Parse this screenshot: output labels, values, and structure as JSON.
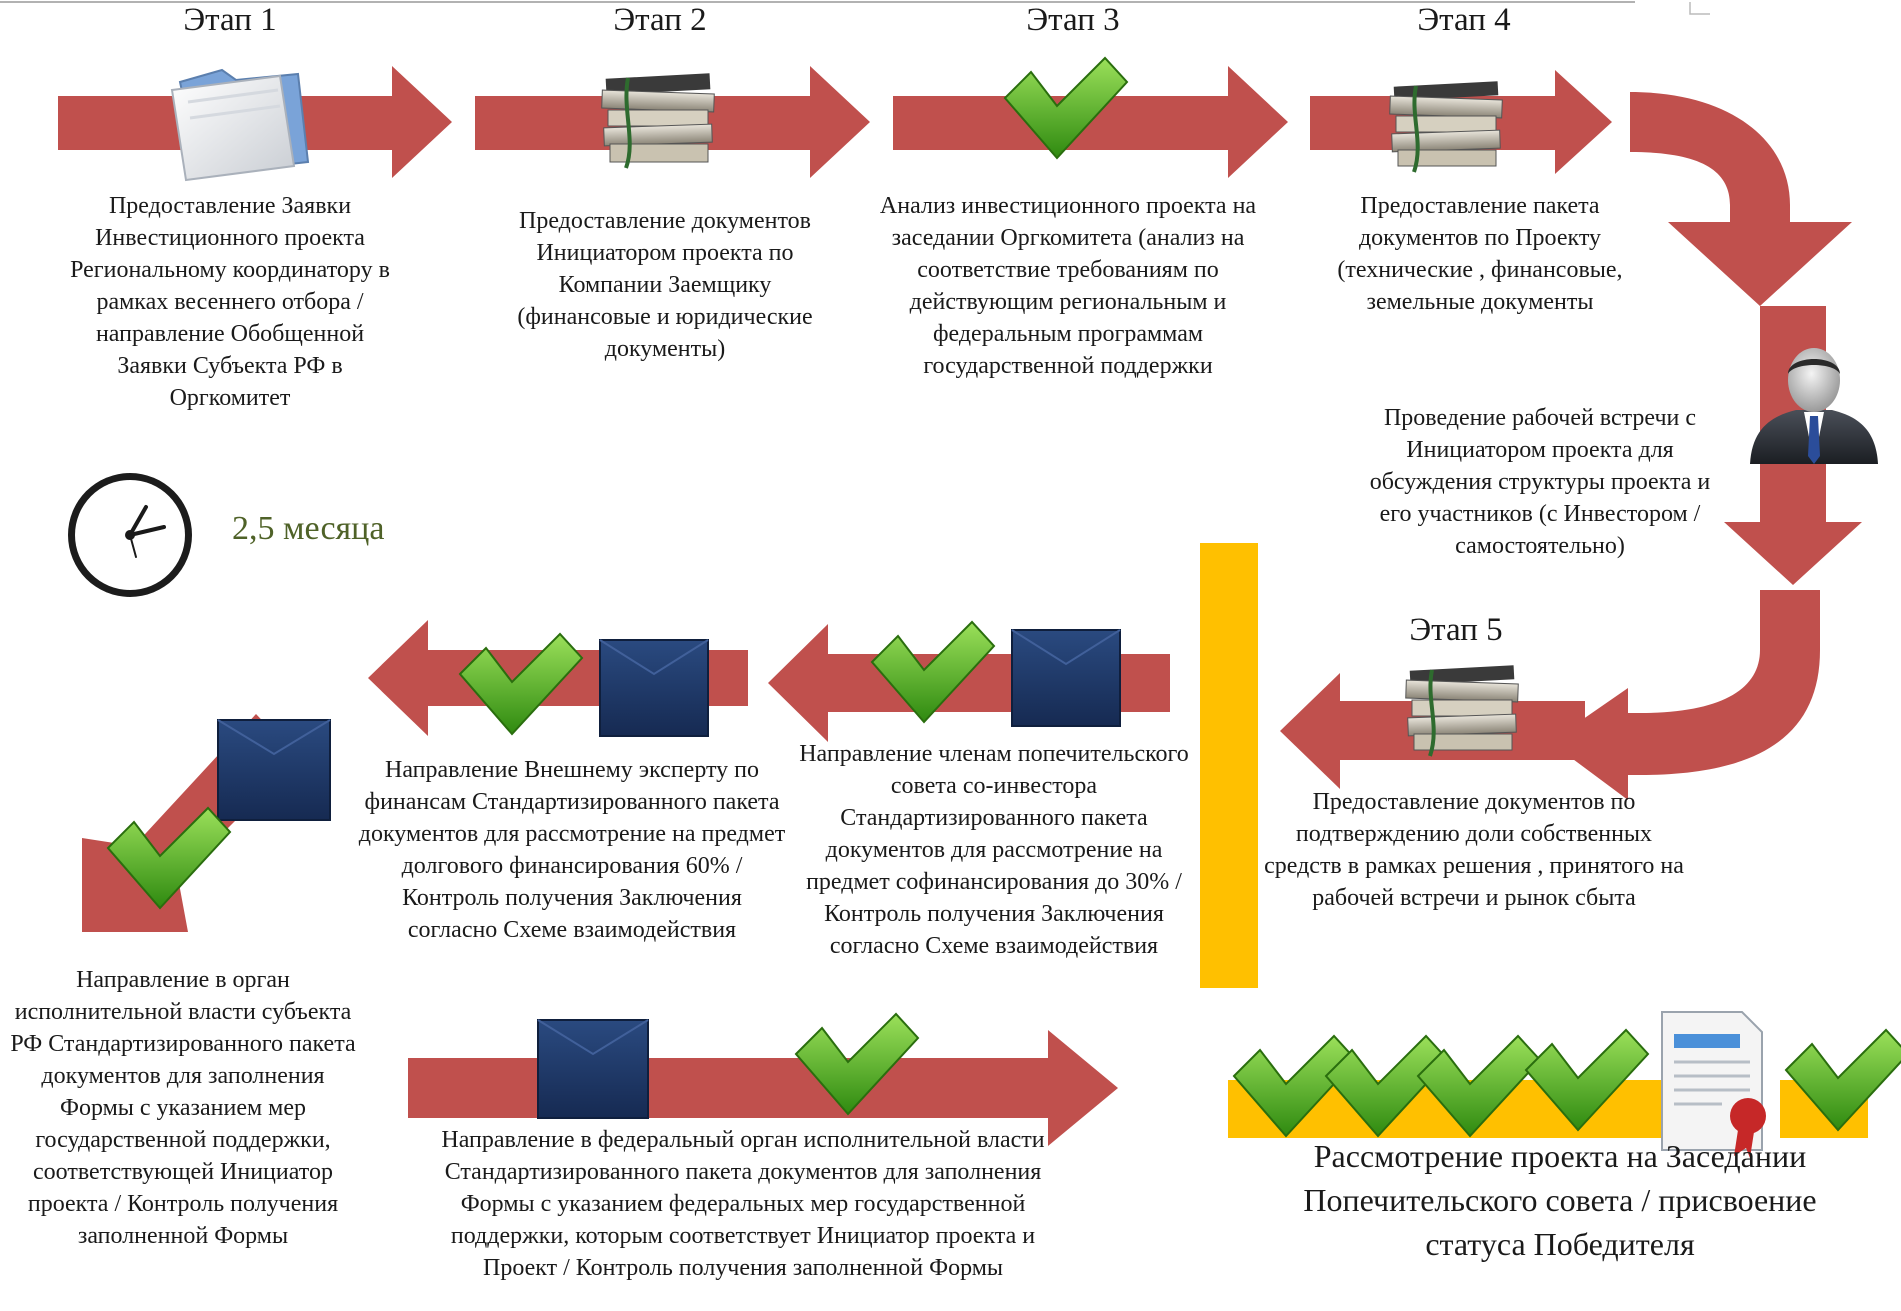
{
  "colors": {
    "arrow": "#c0504d",
    "arrow_edge": "#943634",
    "check": "#49a81c",
    "check_light": "#9be05a",
    "envelope": "#1f3864",
    "yellow": "#ffc000",
    "duration_text": "#4f6228"
  },
  "stages": {
    "stage1": {
      "title": "Этап 1",
      "icon": "folder-icon",
      "description": "Предоставление Заявки Инвестиционного проекта Региональному координатору в рамках весеннего отбора / направление Обобщенной Заявки Субъекта РФ в Оргкомитет"
    },
    "stage2": {
      "title": "Этап 2",
      "icon": "document-stack-icon",
      "description": "Предоставление документов Инициатором проекта по Компании Заемщику (финансовые и юридические документы)"
    },
    "stage3": {
      "title": "Этап 3",
      "icon": "checkmark-icon",
      "description": "Анализ инвестиционного проекта на заседании Оргкомитета (анализ на соответствие требованиям по действующим региональным и федеральным программам государственной поддержки"
    },
    "stage4": {
      "title": "Этап 4",
      "icon": "document-stack-icon",
      "description": "Предоставление пакета документов по Проекту (технические , финансовые, земельные документы"
    },
    "meeting": {
      "icon": "businessman-icon",
      "description": "Проведение рабочей встречи с Инициатором проекта для обсуждения структуры проекта и его участников (с Инвестором / самостоятельно)"
    },
    "stage5": {
      "title": "Этап 5",
      "icon": "document-stack-icon",
      "description": "Предоставление документов по подтверждению доли собственных средств в рамках  решения , принятого на рабочей встречи и рынок сбыта"
    }
  },
  "duration": {
    "icon": "clock-icon",
    "label": "2,5 месяца"
  },
  "steps": {
    "coinvestor": "Направление членам попечительского совета со-инвестора Стандартизированного пакета документов для рассмотрение на предмет софинансирования до 30% / Контроль получения Заключения согласно Схеме взаимодействия",
    "external_expert": "Направление Внешнему эксперту по финансам Стандартизированного пакета документов для рассмотрение на предмет долгового финансирования 60% / Контроль получения Заключения согласно Схеме взаимодействия",
    "regional_authority": "Направление в орган исполнительной власти субъекта РФ Стандартизированного пакета документов  для заполнения Формы с указанием мер государственной поддержки, соответствующей Инициатор проекта / Контроль получения заполненной Формы",
    "federal_authority": "Направление в федеральный орган исполнительной власти Стандартизированного пакета документов  для заполнения Формы с указанием федеральных мер государственной поддержки, которым соответствует Инициатор проекта и Проект / Контроль получения заполненной Формы"
  },
  "final": {
    "icon": "certificate-icon",
    "text": "Рассмотрение проекта на Заседании Попечительского совета / присвоение статуса Победителя"
  }
}
